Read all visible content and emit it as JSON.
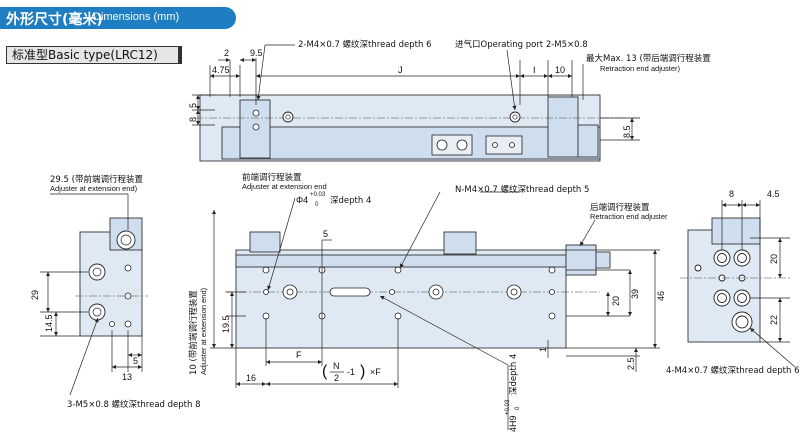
{
  "header": {
    "title_cn": "外形尺寸(毫米)",
    "title_en": "Dimensions (mm)"
  },
  "type_label": "标准型Basic type(LRC12)",
  "top_view": {
    "dim_2": "2",
    "dim_9_5": "9.5",
    "dim_4_75": "4.75",
    "dim_J": "J",
    "dim_I": "I",
    "dim_10": "10",
    "dim_8": "8",
    "dim_5": "5",
    "dim_8_5": "8.5",
    "thread_note": "2-M4×0.7 螺纹深thread depth 6",
    "port_note": "进气口Operating port 2-M5×0.8",
    "max_note": "最大Max. 13 (带后端调行程装置",
    "max_note_en": "Retraction end adjuster)"
  },
  "left_view": {
    "adj_note": "29.5 (带前端调行程装置",
    "adj_note_en": "Adjuster at extension end)",
    "dim_29": "29",
    "dim_14_5": "14.5",
    "dim_5": "5",
    "dim_13": "13",
    "thread_note": "3-M5×0.8 螺纹深thread depth 8"
  },
  "front_view": {
    "front_adj_cn": "前端调行程装置",
    "front_adj_en": "Adjuster at extension end",
    "phi_note": "Φ4",
    "phi_tol_upper": "+0.03",
    "phi_tol_lower": "0",
    "phi_depth": "深depth 4",
    "dim_5": "5",
    "n_thread": "N-M4×0.7 螺纹深thread depth 5",
    "rear_adj_cn": "后端调行程装置",
    "rear_adj_en": "Retraction end adjuster",
    "dim_19_5": "19.5",
    "dim_F": "F",
    "dim_16": "16",
    "formula_n": "N",
    "formula_2": "2",
    "formula_rest": "-1",
    "formula_times": "×F",
    "dim_20": "20",
    "dim_39": "39",
    "dim_46": "46",
    "dim_1": "1",
    "dim_2_5": "2.5",
    "vert_adj": "10 (带前端调行程装置",
    "vert_adj_en": "Adjuster at extension end)",
    "h9_label": "4H9",
    "h9_tol_upper": "+0.03",
    "h9_tol_lower": "0",
    "h9_depth": "深depth 4"
  },
  "right_view": {
    "dim_8": "8",
    "dim_4_5": "4.5",
    "dim_20": "20",
    "dim_22": "22",
    "thread_note": "4-M4×0.7 螺纹深thread depth 6"
  }
}
